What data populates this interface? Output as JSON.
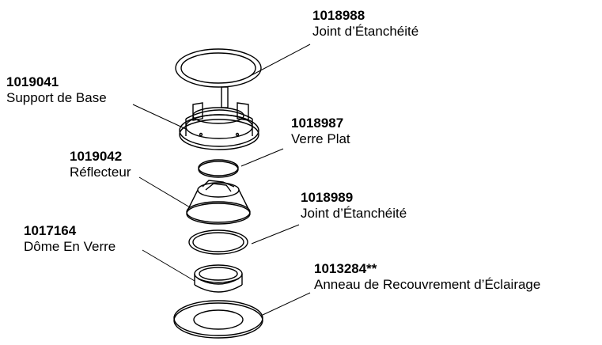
{
  "parts": [
    {
      "id": "p1",
      "number": "1018988",
      "name": "Joint d’Étanchéité"
    },
    {
      "id": "p2",
      "number": "1019041",
      "name": "Support de Base"
    },
    {
      "id": "p3",
      "number": "1018987",
      "name": "Verre Plat"
    },
    {
      "id": "p4",
      "number": "1019042",
      "name": "Réflecteur"
    },
    {
      "id": "p5",
      "number": "1018989",
      "name": "Joint d’Étanchéité"
    },
    {
      "id": "p6",
      "number": "1017164",
      "name": "Dôme En Verre"
    },
    {
      "id": "p7",
      "number": "1013284**",
      "name": "Anneau de Recouvrement d’Éclairage"
    }
  ]
}
